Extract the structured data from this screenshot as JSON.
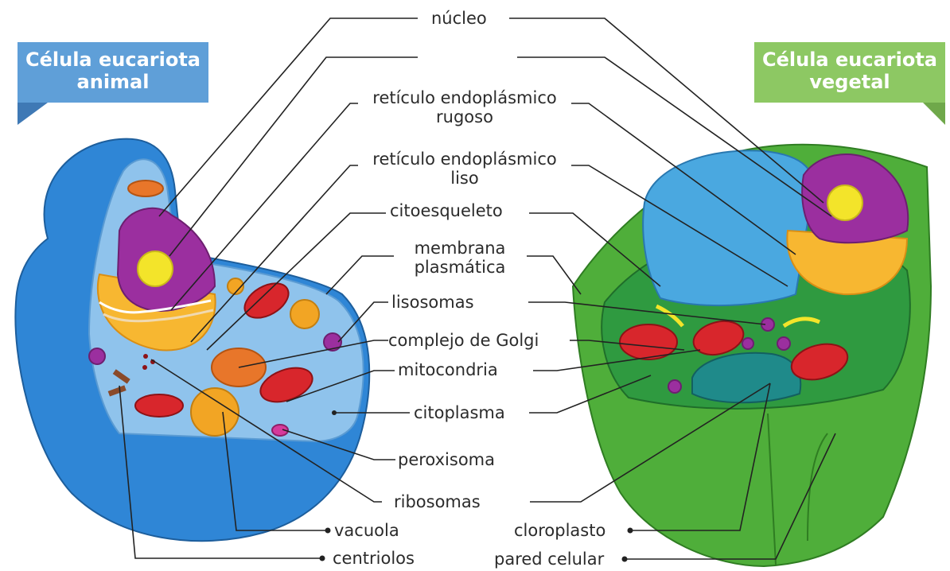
{
  "banners": {
    "animal": {
      "line1": "Célula eucariota",
      "line2": "animal"
    },
    "plant": {
      "line1": "Célula eucariota",
      "line2": "vegetal"
    }
  },
  "labels": {
    "nucleo": "núcleo",
    "rer_1": "retículo endoplásmico",
    "rer_2": "rugoso",
    "rel_1": "retículo endoplásmico",
    "rel_2": "liso",
    "citoesqueleto": "citoesqueleto",
    "membrana_1": "membrana",
    "membrana_2": "plasmática",
    "lisosomas": "lisosomas",
    "golgi": "complejo de Golgi",
    "mitocondria": "mitocondria",
    "citoplasma": "citoplasma",
    "peroxisoma": "peroxisoma",
    "ribosomas": "ribosomas",
    "vacuola": "vacuola",
    "centriolos": "centriolos",
    "cloroplasto": "cloroplasto",
    "pared_celular": "pared celular"
  },
  "colors": {
    "animal_banner": "#5f9fd8",
    "plant_banner": "#8dc863",
    "animal_cell": "#2f86d6",
    "plant_wall": "#4fae3a",
    "nucleus": "#9b2f9f",
    "nucleolus": "#f3e42a",
    "mitochondria": "#d8262c",
    "golgi": "#e8762a",
    "chloroplast": "#2e8a3a"
  }
}
